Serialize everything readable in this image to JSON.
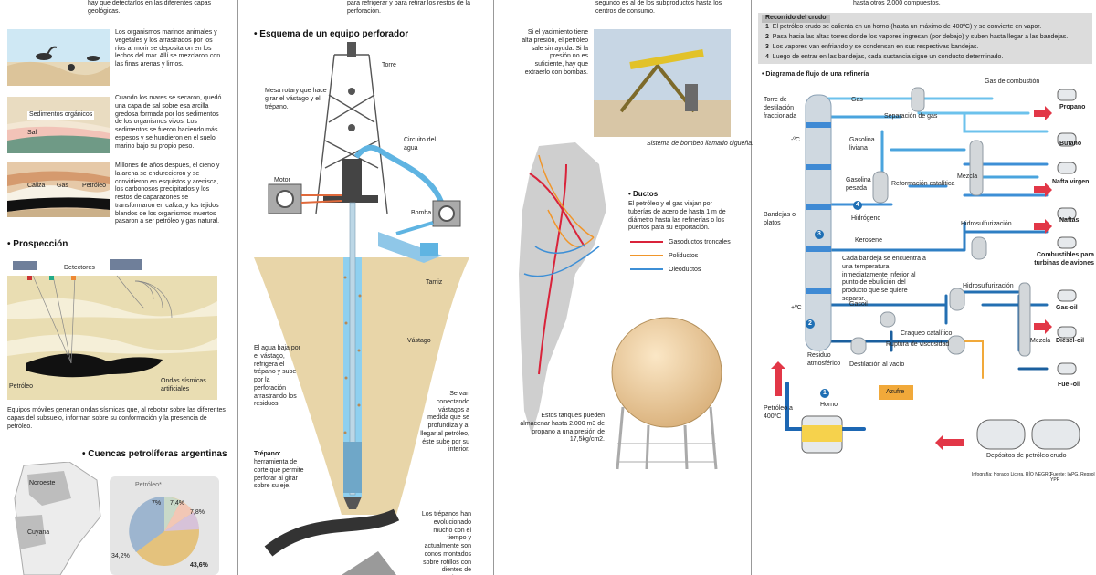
{
  "col1": {
    "intro_tail": "hay que detectarlos en las diferentes capas geológicas.",
    "layer1_text": "Los organismos marinos animales y vegetales y los arrastrados por los ríos al morir se depositaron en los lechos del mar. Allí se mezclaron con las finas arenas y limos.",
    "layer2_label_sed": "Sedimentos orgánicos",
    "layer2_label_sal": "Sal",
    "layer2_text": "Cuando los mares se secaron, quedó una capa de sal sobre esa arcilla gredosa formada por los sedimentos de los organismos vivos. Los sedimentos se fueron haciendo más espesos y se hundieron en el suelo marino bajo su propio peso.",
    "layer3_label_caliza": "Caliza",
    "layer3_label_gas": "Gas",
    "layer3_label_petroleo": "Petróleo",
    "layer3_text": "Millones de años después, el cieno y la arena se endurecieron y se convirtieron en esquistos y arenisca, los carbonosos precipitados y los restos de caparazones se transformaron en caliza, y los tejidos blandos de los organismos muertos pasaron a ser petróleo y gas natural.",
    "prospeccion_title": "Prospección",
    "detectores": "Detectores",
    "petroleo": "Petróleo",
    "ondas": "Ondas sísmicas artificiales",
    "prospeccion_text": "Equipos móviles generan ondas sísmicas que, al rebotar sobre las diferentes capas del subsuelo, informan sobre su conformación y la presencia de petróleo.",
    "cuencas_title": "Cuencas petrolíferas argentinas",
    "noroeste": "Noroeste",
    "cuyana": "Cuyana",
    "pie_title": "Petróleo*",
    "pie_labels": [
      "7%",
      "7,4%",
      "7,8%",
      "34,2%",
      "43,6%"
    ]
  },
  "col2": {
    "intro_tail": "para refrigerar y para retirar los restos de la perforación.",
    "title": "Esquema de un equipo perforador",
    "torre": "Torre",
    "mesa": "Mesa rotary que hace girar el vástago y el trépano.",
    "circuito": "Circuito del agua",
    "motor": "Motor",
    "bomba": "Bomba",
    "tamiz": "Tamiz",
    "vastago": "Vástago",
    "agua": "El agua baja por el vástago, refrigera el trépano y sube por la perforación arrastrando los residuos.",
    "conectando": "Se van conectando vástagos a medida que se profundiza y al llegar al petróleo, éste sube por su interior.",
    "trepano_title": "Trépano:",
    "trepano_text": "herramienta de corte que permite perforar al girar sobre su eje.",
    "trepanos_text": "Los trépanos han evolucionado mucho con el tiempo y actualmente son conos montados sobre rotillos con dientes de carbono y tunsteno,"
  },
  "col3": {
    "intro_tail": "segundo es al de los subproductos hasta los centros de consumo.",
    "bombeo_text": "Si el yacimiento tiene alta presión, el petróleo sale sin ayuda. Si la presión no es suficiente, hay que extraerlo con bombas.",
    "bombeo_caption": "Sistema de bombeo llamado cigüeña.",
    "ductos_title": "Ductos",
    "ductos_text": "El petróleo y el gas viajan por tuberías de acero de hasta 1 m de diámetro hasta las refinerías o los puertos para su exportación.",
    "legend": [
      "Gasoductos troncales",
      "Poliductos",
      "Oleoductos"
    ],
    "legend_colors": [
      "#d9233a",
      "#f0962b",
      "#3d8fd6"
    ],
    "tanque_text": "Estos tanques pueden almacenar hasta 2.000 m3 de propano a una presión de 17,5kg/cm2."
  },
  "col4": {
    "intro_tail": "hasta otros 2.000 compuestos.",
    "recorrido_title": "Recorrido del crudo",
    "steps": [
      {
        "n": "1",
        "text": "El petróleo crudo se calienta en un horno (hasta un máximo de 400ºC) y se convierte en vapor."
      },
      {
        "n": "2",
        "text": "Pasa hacia las altas torres donde los vapores ingresan (por debajo) y suben hasta llegar a las bandejas."
      },
      {
        "n": "3",
        "text": "Los vapores van enfriando y se condensan en sus respectivas bandejas."
      },
      {
        "n": "4",
        "text": "Luego de entrar en las bandejas, cada sustancia sigue un conducto determinado."
      }
    ],
    "diagram_title": "Diagrama de flujo de una refinería",
    "torre": "Torre de destilación fraccionada",
    "gas": "Gas",
    "gas_comb": "Gas de combustión",
    "separacion": "Separación de gas",
    "propano": "Propano",
    "butano": "Butano",
    "gasolina_liviana": "Gasolina liviana",
    "mezcla": "Mezcla",
    "nafta_virgen": "Nafta virgen",
    "gasolina_pesada": "Gasolina pesada",
    "reformacion": "Reformación catalítica",
    "hidrogeno": "Hidrógeno",
    "naftas": "Naftas",
    "hidrosulf1": "Hidrosulfurización",
    "bandejas": "Bandejas o platos",
    "kerosene": "Kerosene",
    "combustibles": "Combustibles para turbinas de aviones",
    "bandeja_text": "Cada bandeja se encuentra a una temperatura inmediatamente inferior al punto de ebullición del producto que se quiere separar.",
    "hidrosulf2": "Hidrosulfurización",
    "gasoil": "Gasoil",
    "gas_oil": "Gas-oil",
    "craqueo": "Craqueo catalítico",
    "ruptura": "Ruptura de viscosidad",
    "mezcla2": "Mezcla",
    "diesel": "Diésel-oil",
    "residuo": "Residuo atmosférico",
    "destilacion": "Destilación al vacío",
    "fuel": "Fuel-oil",
    "azufre": "Azufre",
    "petroleo400": "Petróleo a 400ºC",
    "horno": "Horno",
    "depositos": "Depósitos de petróleo crudo",
    "menos_c": "-ºC",
    "mas_c": "+ºC",
    "credits_left": "Infografía: Horacio Licera,  RÍO NEGRO",
    "credits_right": "Fuente: IAPG, Repsol YPF"
  }
}
